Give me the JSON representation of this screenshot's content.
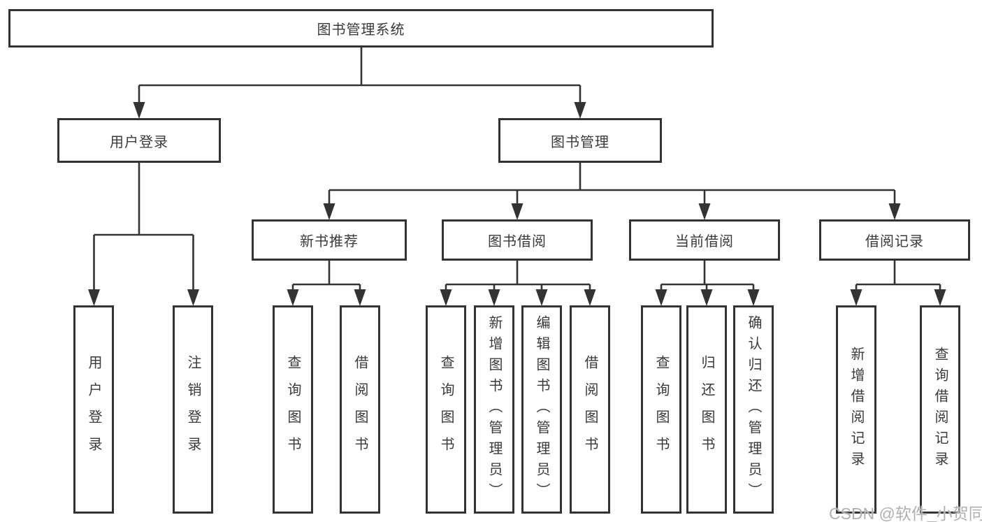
{
  "tree": {
    "root": {
      "label": "图书管理系统"
    },
    "branches": [
      {
        "label": "用户登录",
        "children": [
          {
            "label": "用户登录"
          },
          {
            "label": "注销登录"
          }
        ]
      },
      {
        "label": "图书管理",
        "children": [
          {
            "label": "新书推荐",
            "children": [
              {
                "label": "查询图书"
              },
              {
                "label": "借阅图书"
              }
            ]
          },
          {
            "label": "图书借阅",
            "children": [
              {
                "label": "查询图书"
              },
              {
                "label": "新增图书（管理员）"
              },
              {
                "label": "编辑图书（管理员）"
              },
              {
                "label": "借阅图书"
              }
            ]
          },
          {
            "label": "当前借阅",
            "children": [
              {
                "label": "查询图书"
              },
              {
                "label": "归还图书"
              },
              {
                "label": "确认归还（管理员）"
              }
            ]
          },
          {
            "label": "借阅记录",
            "children": [
              {
                "label": "新增借阅记录"
              },
              {
                "label": "查询借阅记录"
              }
            ]
          }
        ]
      }
    ]
  },
  "watermark": {
    "text": "CSDN @软件_小贺同学"
  },
  "colors": {
    "line": "#333333",
    "text": "#3a3a3a",
    "watermark": "#b0b0b0",
    "background": "#ffffff"
  }
}
